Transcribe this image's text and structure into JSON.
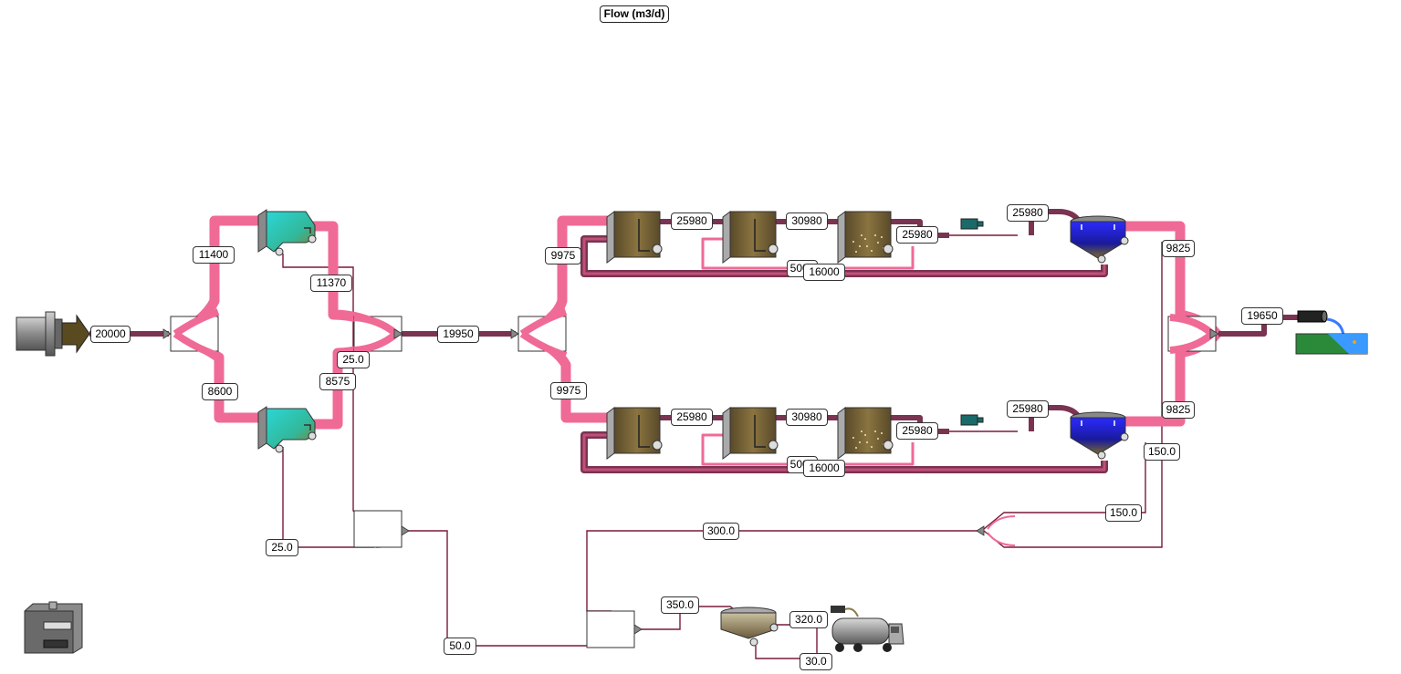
{
  "title": "Flow (m3/d)",
  "colors": {
    "pipe_light": "#f06a96",
    "pipe_dark": "#7a3350",
    "sludge_line": "#7a1a3a",
    "thin_pink": "#e86a9a"
  },
  "labels": {
    "influent": "20000",
    "prim_split_top": "11400",
    "prim_split_bottom": "8600",
    "prim_top_out": "11370",
    "prim_top_sludge": "25.0",
    "prim_bottom_out": "8575",
    "prim_bottom_sludge": "25.0",
    "combined_primary": "19950",
    "train_top_in": "9975",
    "train_bottom_in": "9975",
    "top_t1_t2": "25980",
    "top_t2_t3": "30980",
    "top_t3_out": "25980",
    "top_mixed_liquor": "25980",
    "top_recycle_internal": "5000",
    "top_ras": "16000",
    "top_clarifier_out": "9825",
    "bottom_t1_t2": "25980",
    "bottom_t2_t3": "30980",
    "bottom_t3_out": "25980",
    "bottom_mixed_liquor": "25980",
    "bottom_recycle_internal": "5000",
    "bottom_ras": "16000",
    "bottom_clarifier_out": "9825",
    "bottom_was": "150.0",
    "top_was": "150.0",
    "combined_was": "300.0",
    "primary_sludge_total": "50.0",
    "thickener_feed": "350.0",
    "thickener_underflow": "320.0",
    "thickener_overflow": "30.0",
    "effluent": "19650"
  },
  "icons": [
    "influent-pipe-icon",
    "splitter-icon",
    "primary-clarifier-icon",
    "aeration-tank-icon",
    "blower-icon",
    "secondary-clarifier-icon",
    "effluent-outfall-icon",
    "thickener-icon",
    "tanker-truck-icon",
    "control-panel-icon"
  ]
}
